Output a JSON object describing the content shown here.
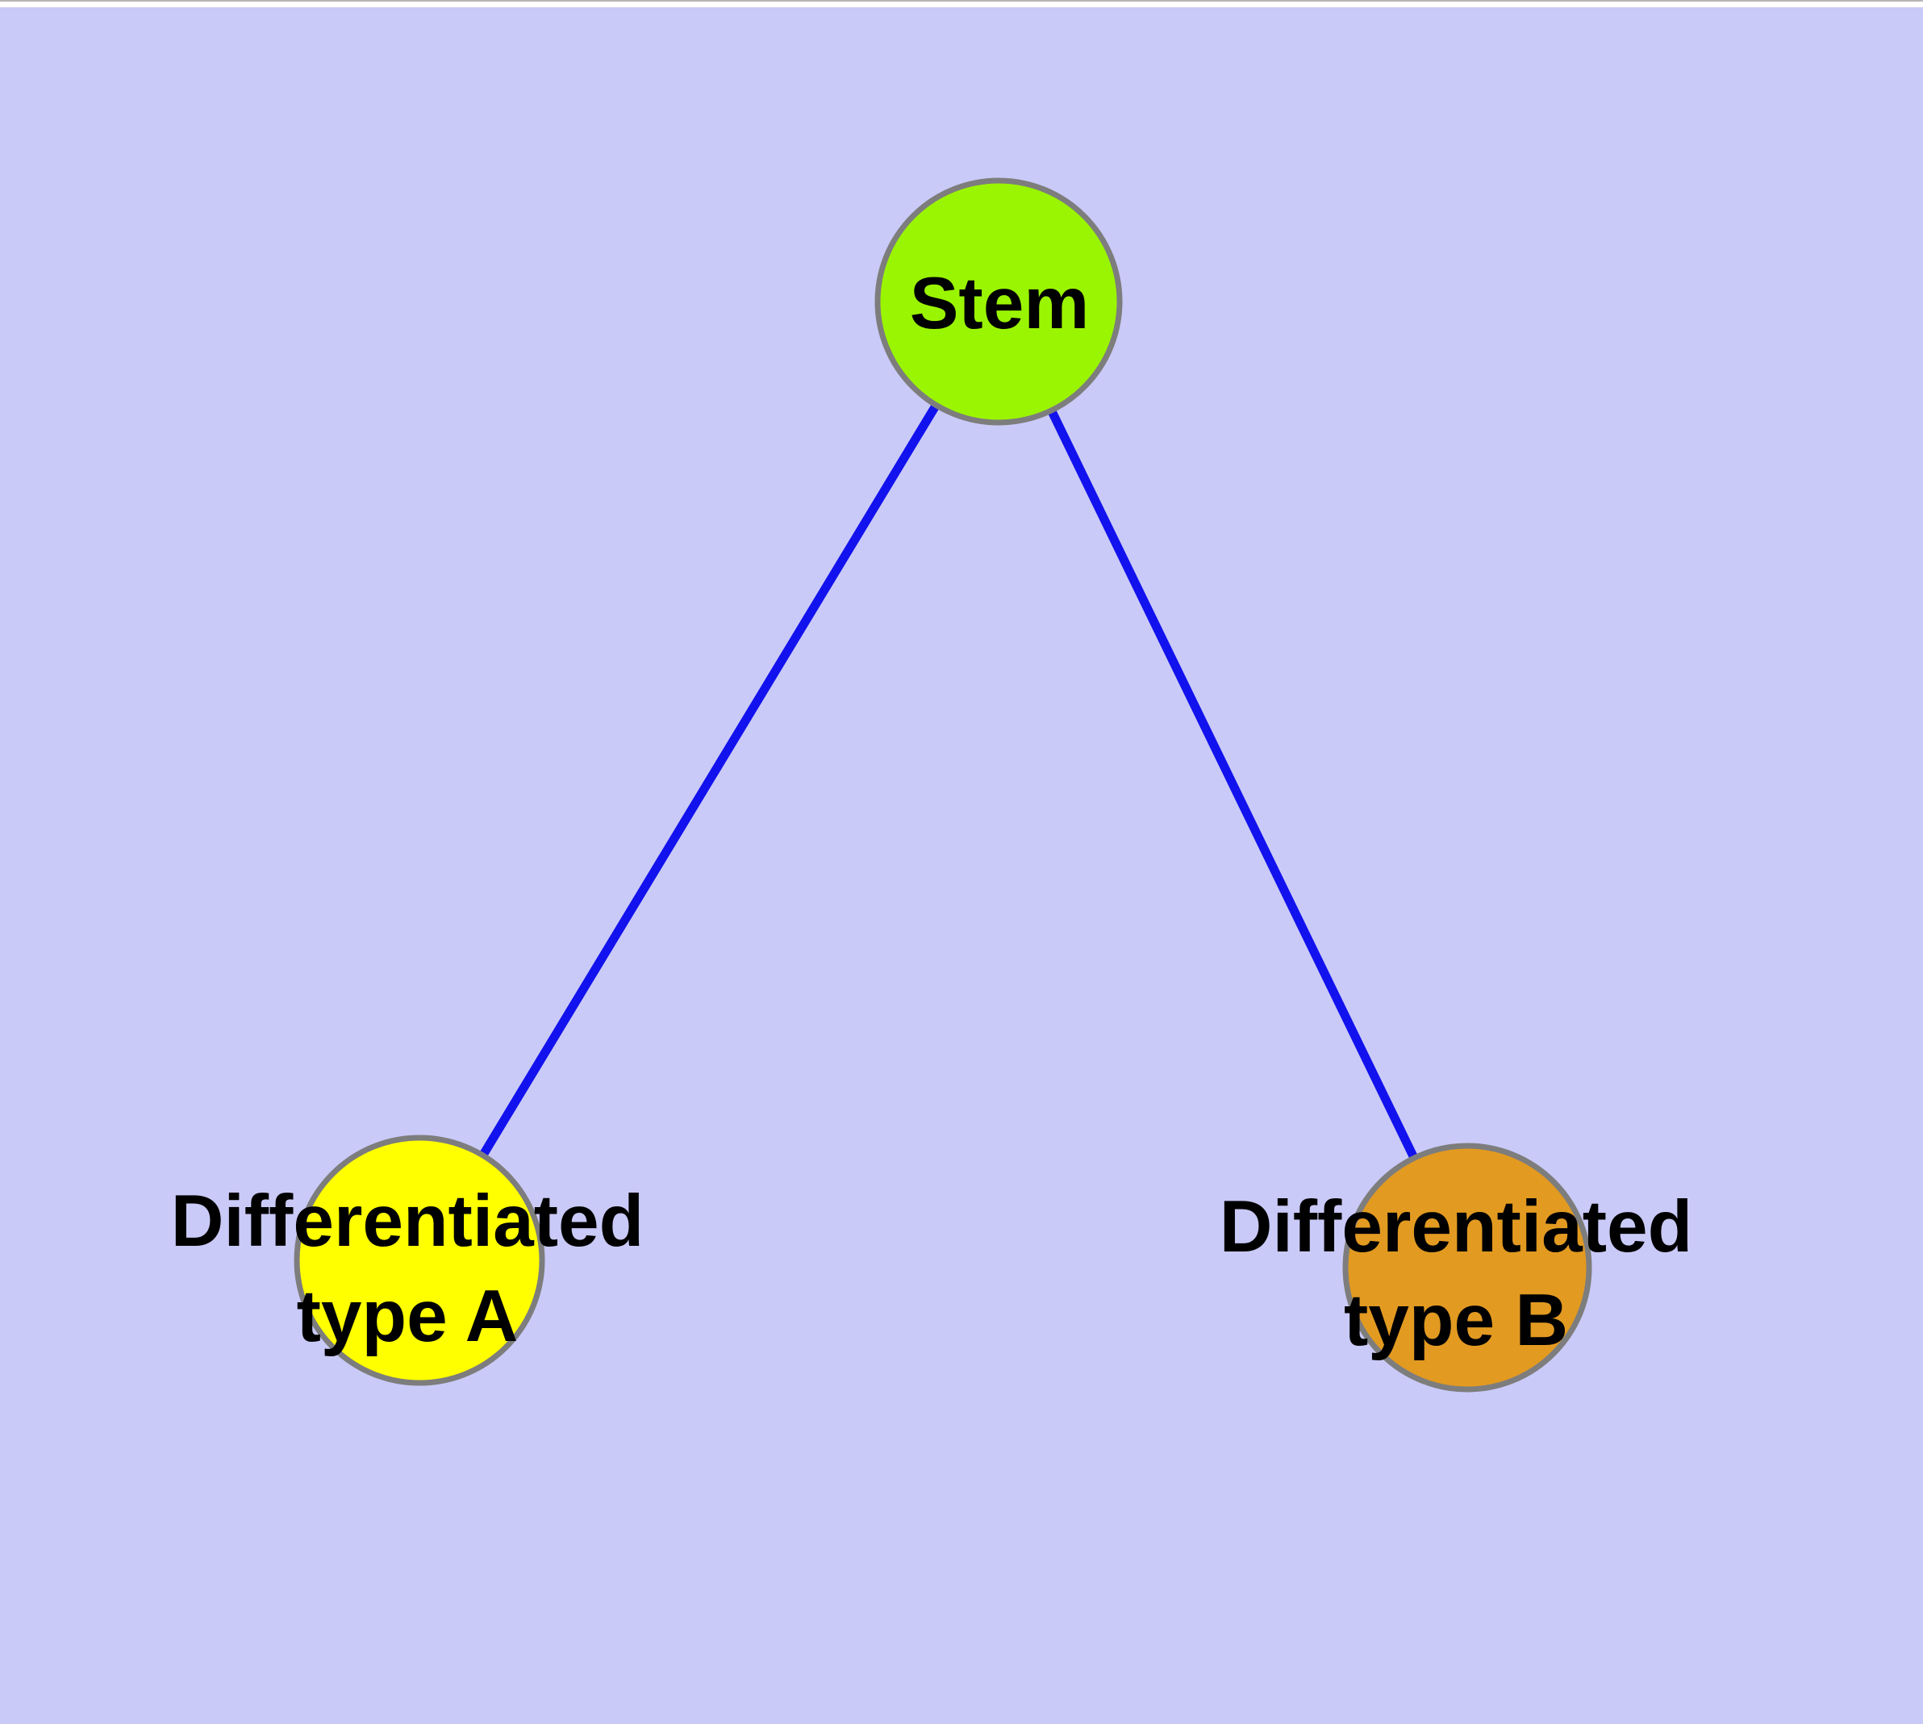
{
  "figure": {
    "description": "Stem cell differentiation diagram",
    "nodes": {
      "stem": {
        "label": "Stem"
      },
      "type_a": {
        "label_line1": "Differentiated",
        "label_line2": "type A"
      },
      "type_b": {
        "label_line1": "Differentiated",
        "label_line2": "type B"
      }
    },
    "edges": [
      {
        "from": "Stem",
        "to": "Differentiated type A"
      },
      {
        "from": "Stem",
        "to": "Differentiated type B"
      }
    ],
    "colors": {
      "background": "#cacaf8",
      "top_strip": "#ffffff",
      "top_strip_line": "#b6b6b6",
      "edge": "#1212ee",
      "node_border": "#7d7d7d",
      "stem_fill": "#9af502",
      "type_a_fill": "#ffff00",
      "type_b_fill": "#e29a21",
      "label_text": "#000000"
    }
  }
}
